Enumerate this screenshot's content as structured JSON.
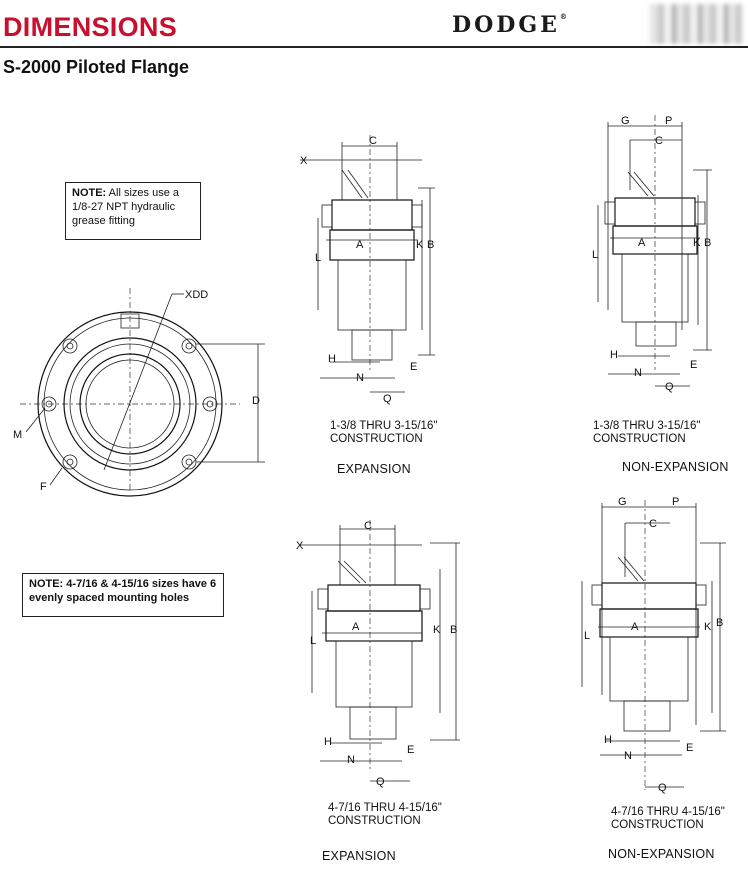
{
  "header": {
    "title": "DIMENSIONS",
    "subtitle": "S-2000 Piloted Flange",
    "brand": "DODGE",
    "brand_mark": "®"
  },
  "notes": {
    "grease": {
      "bold": "NOTE:",
      "text": " All sizes use a 1/8-27 NPT hydraulic grease fitting"
    },
    "holes": {
      "bold": "NOTE:",
      "text": " 4-7/16 & 4-15/16 sizes have 6 evenly spaced mounting holes"
    }
  },
  "front_view": {
    "labels": {
      "xdd": "XDD",
      "d": "D",
      "m": "M",
      "f": "F"
    }
  },
  "views": [
    {
      "id": "top-left",
      "construction": "1-3/8 THRU 3-15/16\"",
      "construction_word": "CONSTRUCTION",
      "type": "EXPANSION"
    },
    {
      "id": "top-right",
      "construction": "1-3/8 THRU 3-15/16\"",
      "construction_word": "CONSTRUCTION",
      "type": "NON-EXPANSION"
    },
    {
      "id": "bottom-left",
      "construction": "4-7/16 THRU 4-15/16\"",
      "construction_word": "CONSTRUCTION",
      "type": "EXPANSION"
    },
    {
      "id": "bottom-right",
      "construction": "4-7/16 THRU 4-15/16\"",
      "construction_word": "CONSTRUCTION",
      "type": "NON-EXPANSION"
    }
  ],
  "dim_labels": {
    "x": "X",
    "c": "C",
    "a": "A",
    "b": "B",
    "k": "K",
    "l": "L",
    "h": "H",
    "e": "E",
    "n": "N",
    "q": "Q",
    "g": "G",
    "p": "P"
  },
  "colors": {
    "title_red": "#c8102e",
    "ink": "#111111"
  }
}
